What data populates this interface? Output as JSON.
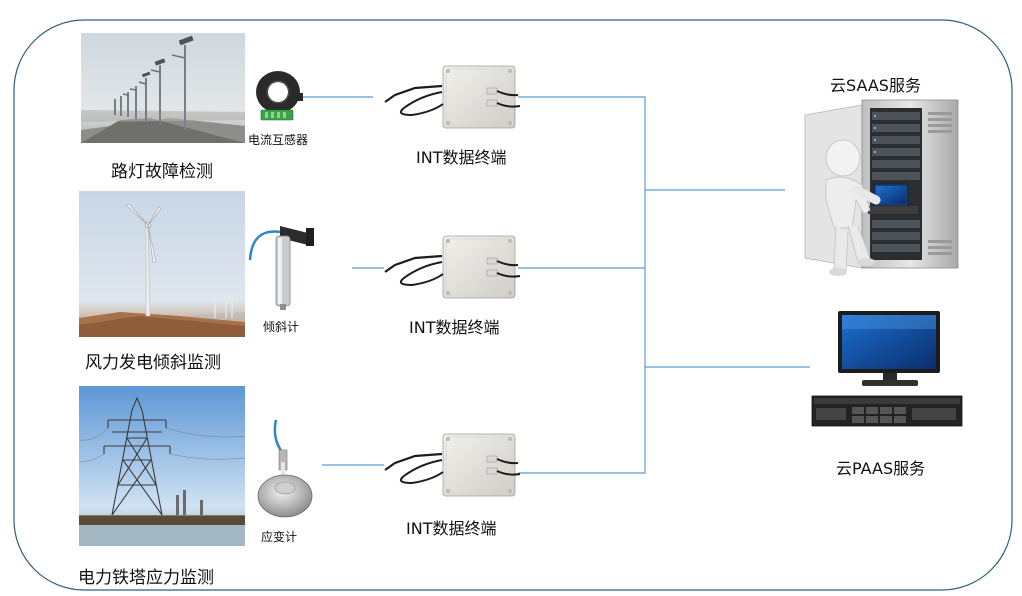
{
  "scenes": [
    {
      "id": "streetlight",
      "label": "路灯故障检测",
      "sensor_label": "电流互感器",
      "terminal_label": "INT数据终端"
    },
    {
      "id": "wind",
      "label": "风力发电倾斜监测",
      "sensor_label": "倾斜计",
      "terminal_label": "INT数据终端"
    },
    {
      "id": "tower",
      "label": "电力铁塔应力监测",
      "sensor_label": "应变计",
      "terminal_label": "INT数据终端"
    }
  ],
  "cloud": {
    "saas_label": "云SAAS服务",
    "paas_label": "云PAAS服务"
  },
  "colors": {
    "frame": "#2e5f7a",
    "connector": "#5b9bd5",
    "terminal_box": "#e9e8e3",
    "server_body": "#d9d9d9",
    "sky": "#c9d6e4"
  },
  "icons": {
    "current_transformer": "current-transformer-icon",
    "inclinometer": "inclinometer-icon",
    "strain_gauge": "strain-gauge-icon",
    "terminal": "terminal-box-icon",
    "server": "server-rack-icon",
    "desktop": "desktop-computer-icon"
  }
}
